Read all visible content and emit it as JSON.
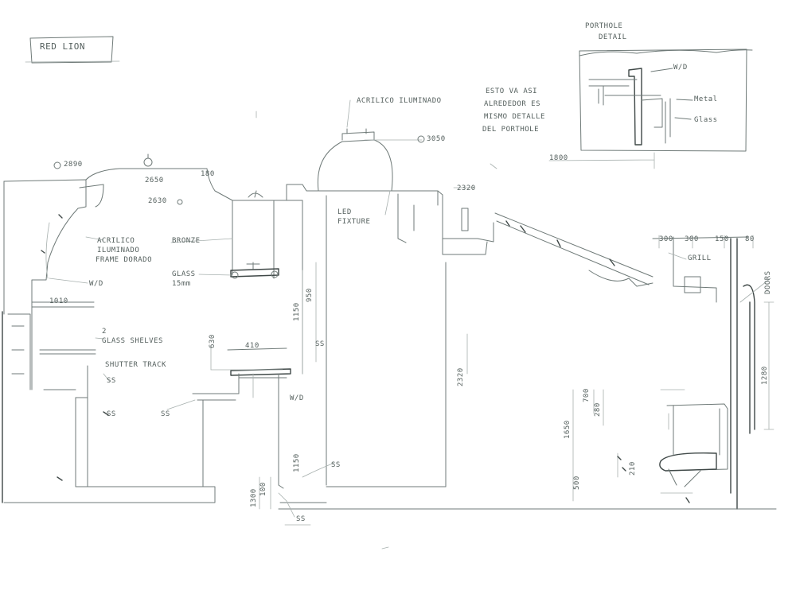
{
  "title_box": {
    "text": "RED LION"
  },
  "porthole_detail": {
    "title_line1": "PORTHOLE",
    "title_line2": "DETAIL",
    "label_wd": "W/D",
    "label_metal": "Metal",
    "label_glass": "Glass",
    "dimension": "1800"
  },
  "note": {
    "line1": "ESTO VA ASI",
    "line2": "ALREDEDOR ES",
    "line3": "MISMO DETALLE",
    "line4": "DEL PORTHOLE"
  },
  "labels": {
    "acrilico_top": "ACRILICO ILUMINADO",
    "lev_3050": "3050",
    "lev_2890": "2890",
    "lev_2650": "2650",
    "lev_2630": "2630",
    "lev_2320": "2320",
    "dim_180": "180",
    "acrilico_left_1": "ACRILICO",
    "acrilico_left_2": "ILUMINADO",
    "acrilico_left_3": "FRAME DORADO",
    "bronze": "BRONZE",
    "glass_1": "GLASS",
    "glass_2": "15mm",
    "wd_left": "W/D",
    "dim_1010": "1010",
    "glass_shelves_1": "2",
    "glass_shelves_2": "GLASS SHELVES",
    "shutter_track": "SHUTTER TRACK",
    "ss_1": "SS",
    "ss_2": "SS",
    "ss_3": "SS",
    "ss_4": "SS",
    "dim_410": "410",
    "dim_ss_mid": "SS",
    "wd_mid": "W/D",
    "ss_bottom": "SS",
    "grill": "GRILL",
    "doors": "DOORS",
    "led_1": "LED",
    "led_2": "FIXTURE",
    "dim_300a": "300",
    "dim_300b": "300",
    "dim_150": "150",
    "dim_80": "80"
  },
  "vertical_dims": {
    "v_1150": "1150",
    "v_1150b": "1150",
    "v_950": "950",
    "v_630": "630",
    "v_2320": "2320",
    "v_1650": "1650",
    "v_1280": "1280",
    "v_500": "500",
    "v_700": "700",
    "v_280": "280",
    "v_210": "210",
    "v_1300": "1300",
    "v_100": "100"
  }
}
